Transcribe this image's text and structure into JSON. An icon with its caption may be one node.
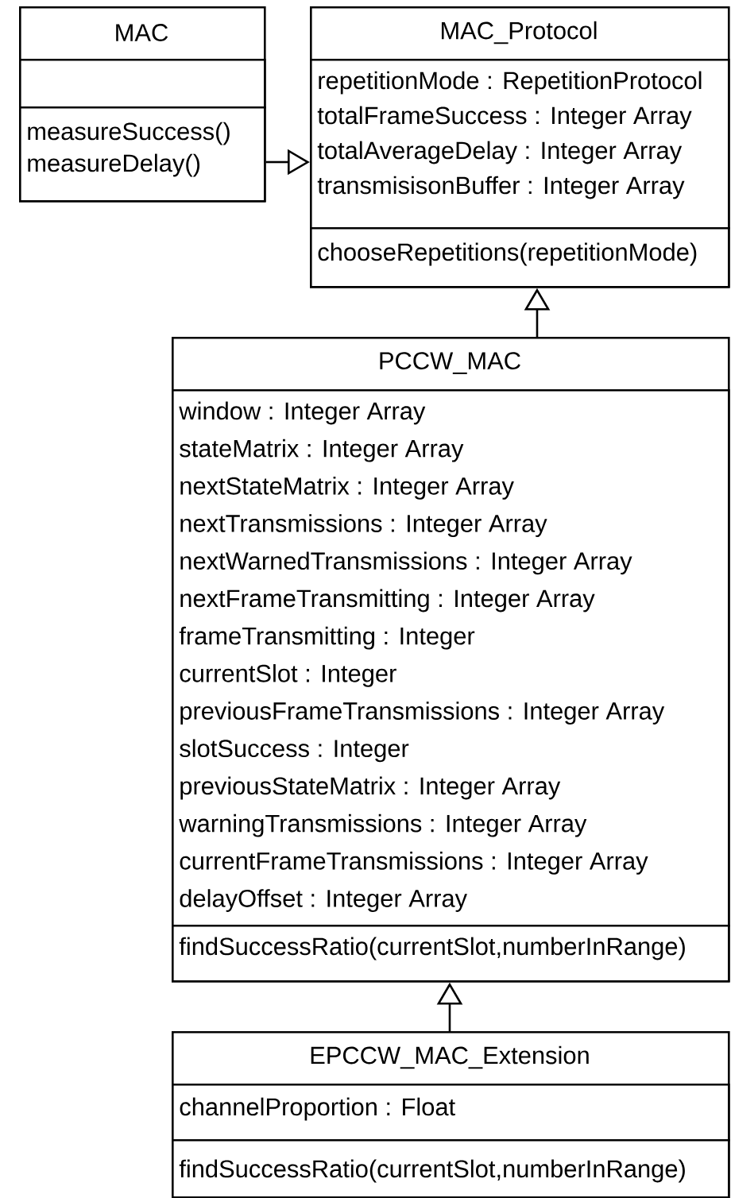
{
  "diagram": {
    "nodes": [
      {
        "text": [
          "MAC"
        ]
      },
      {
        "text": [],
        "shape": "box",
        "in": 0
      },
      {
        "text": [
          "measureSuccess()",
          "measureDelay()"
        ],
        "in": 0
      },
      {
        "text": [
          "MAC_Protocol"
        ]
      },
      {
        "text": [
          "repetitionMode : RepetitionProtocol",
          "totalFrameSuccess : Integer Array",
          "totalAverageDelay : Integer Array",
          "transmisisonBuffer : Integer Array"
        ],
        "in": 3
      },
      {
        "text": [
          "chooseRepetitions(repetitionMode)"
        ],
        "in": 3
      },
      {
        "text": [
          "PCCW_MAC"
        ]
      },
      {
        "text": [
          "window : Integer Array",
          "stateMatrix : Integer Array",
          "nextStateMatrix : Integer Array",
          "nextTransmissions : Integer Array",
          "nextWarnedTransmissions : Integer Array",
          "nextFrameTransmitting : Integer Array",
          "frameTransmitting : Integer",
          "currentSlot : Integer",
          "previousFrameTransmissions : Integer Array",
          "slotSuccess : Integer",
          "previousStateMatrix : Integer Array",
          "warningTransmissions : Integer Array",
          "currentFrameTransmissions : Integer Array",
          "delayOffset : Integer Array"
        ],
        "in": 6
      },
      {
        "text": [
          "findSuccessRatio(currentSlot,numberInRange)"
        ],
        "in": 6
      },
      {
        "text": [
          "EPCCW_MAC_Extension"
        ]
      },
      {
        "text": [
          "channelProportion : Float"
        ],
        "in": 9
      },
      {
        "text": [
          "findSuccessRatio(currentSlot,numberInRange)"
        ],
        "in": 9
      }
    ],
    "edges": [
      {
        "from": 0,
        "to": 3,
        "arrow": "to"
      },
      {
        "from": 6,
        "to": 3,
        "arrow": "to"
      },
      {
        "from": 9,
        "to": 6,
        "arrow": "to"
      }
    ]
  }
}
